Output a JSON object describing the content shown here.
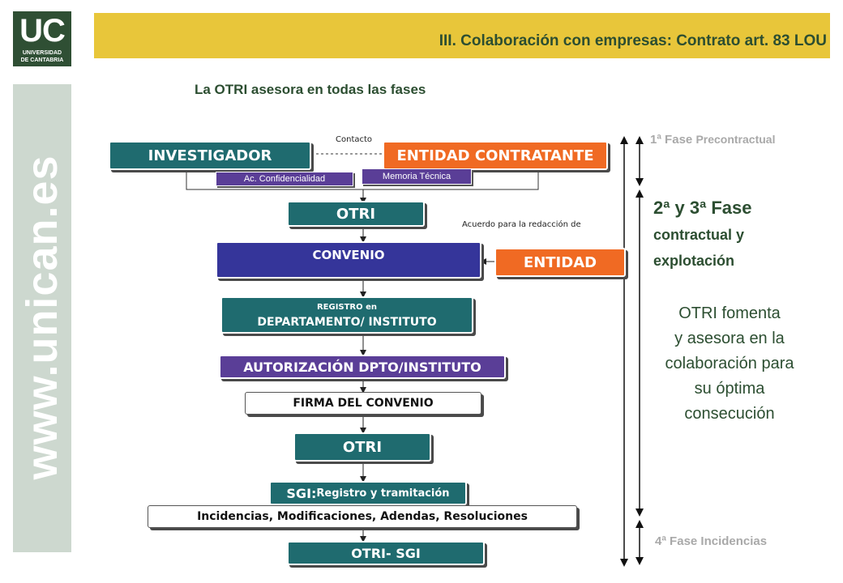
{
  "header": {
    "logo_text": "UC",
    "logo_sub1": "UNIVERSIDAD",
    "logo_sub2": "DE CANTABRIA",
    "title": "III. Colaboración con empresas: Contrato art. 83 LOU",
    "side_url": "www.unican.es",
    "subtitle": "La OTRI asesora en todas las fases"
  },
  "flow": {
    "contacto": "Contacto",
    "investigador": "INVESTIGADOR",
    "entidad_contratante": "ENTIDAD CONTRATANTE",
    "ac_confidencialidad": "Ac. Confidencialidad",
    "memoria_tecnica": "Memoria Técnica",
    "otri_1": "OTRI",
    "acuerdo": "Acuerdo para la redacción de",
    "convenio": "CONVENIO",
    "entidad": "ENTIDAD",
    "registro_line1": "REGISTRO en",
    "registro_line2": "DEPARTAMENTO/ INSTITUTO",
    "autorizacion": "AUTORIZACIÓN DPTO/INSTITUTO",
    "firma": "FIRMA DEL CONVENIO",
    "otri_2": "OTRI",
    "sgi_bold": "SGI:",
    "sgi_rest": " Registro y tramitación",
    "incidencias": "Incidencias, Modificaciones, Adendas, Resoluciones",
    "otri_sgi": "OTRI- SGI"
  },
  "phases": {
    "fase1": "1ª Fase",
    "fase1_rest": "Precontractual",
    "fase23_title": "2ª y 3ª Fase",
    "fase23_l1": "contractual y",
    "fase23_l2": "explotación",
    "desc_l1": "OTRI  fomenta",
    "desc_l2": "y asesora en la",
    "desc_l3": "colaboración para",
    "desc_l4": "su óptima",
    "desc_l5": "consecución",
    "fase4": "4ª Fase Incidencias"
  },
  "colors": {
    "green": "#2c4e31",
    "yellow": "#e8c63a",
    "teal": "#1f6b6f",
    "orange": "#f06a23",
    "blue": "#35359a"
  }
}
